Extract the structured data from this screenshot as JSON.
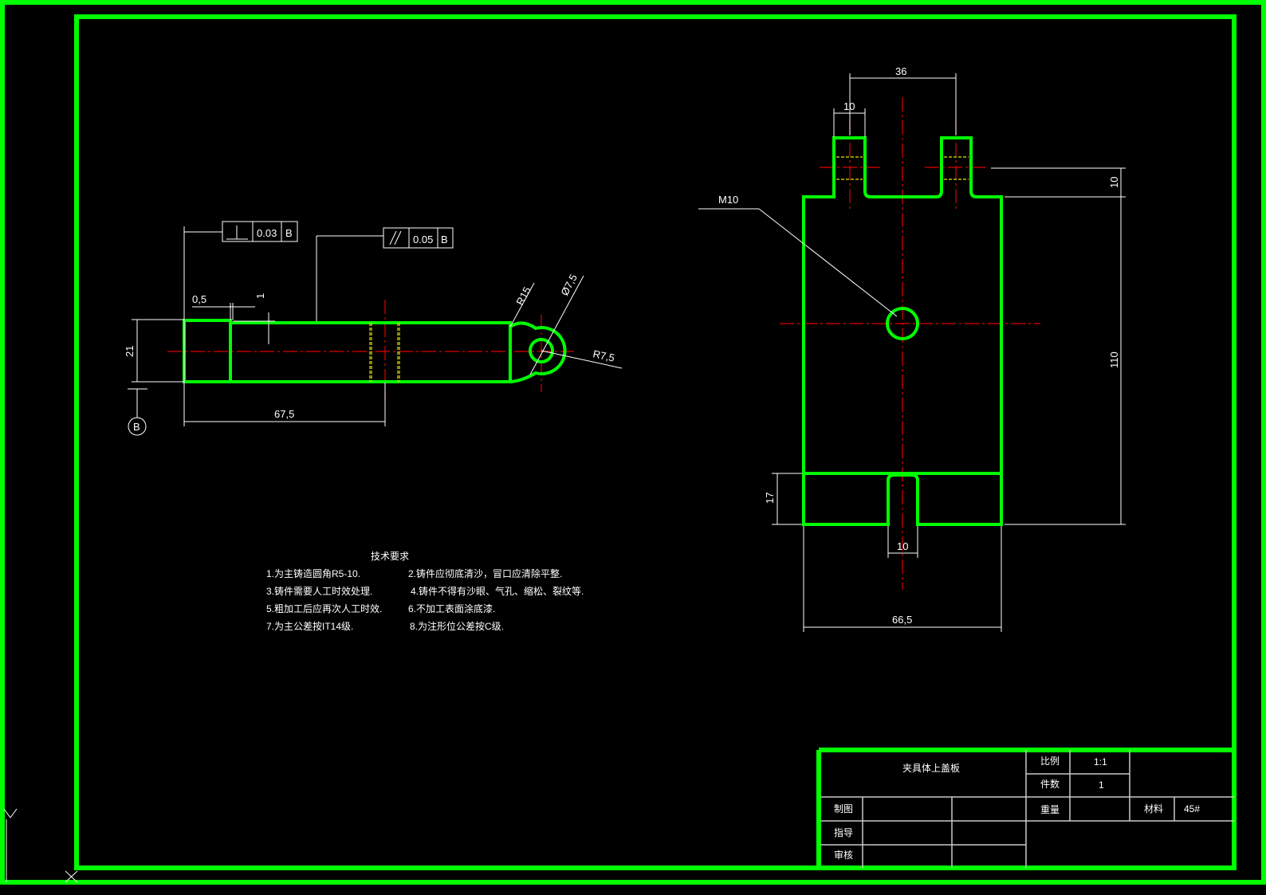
{
  "drawing": {
    "left_view": {
      "gdt_perpendicularity": {
        "symbol": "⊥",
        "tolerance": "0.03",
        "datum": "B"
      },
      "gdt_parallelism": {
        "symbol": "//",
        "tolerance": "0.05",
        "datum": "B"
      },
      "dim_step": "0,5",
      "dim_offset": "1",
      "dim_height": "21",
      "dim_length": "67,5",
      "dim_r15": "R15",
      "dim_dia": "Ø7,5",
      "dim_r75": "R7,5",
      "datum_label": "B"
    },
    "right_view": {
      "dim_tab_spacing": "36",
      "dim_tab_width": "10",
      "dim_tab_height": "10",
      "dim_height": "110",
      "dim_bottom": "17",
      "dim_slot": "10",
      "dim_width": "66,5",
      "hole_label": "M10"
    },
    "tech_req": {
      "title": "技术要求",
      "items": [
        "1.为主铸造圆角R5-10.",
        "2.铸件应彻底清沙，冒口应清除平整.",
        "3.铸件需要人工时效处理.",
        "4.铸件不得有沙眼、气孔、缩松、裂纹等.",
        "5.粗加工后应再次人工时效.",
        "6.不加工表面涂底漆.",
        "7.为主公差按IT14级.",
        "8.为注形位公差按C级."
      ]
    }
  },
  "title_block": {
    "part_name": "夹具体上盖板",
    "scale_label": "比例",
    "scale_value": "1:1",
    "qty_label": "件数",
    "qty_value": "1",
    "weight_label": "重量",
    "material_label": "材料",
    "material_value": "45#",
    "drawn_label": "制图",
    "guide_label": "指导",
    "review_label": "审核"
  },
  "ucs": {
    "y_label": "Y"
  }
}
